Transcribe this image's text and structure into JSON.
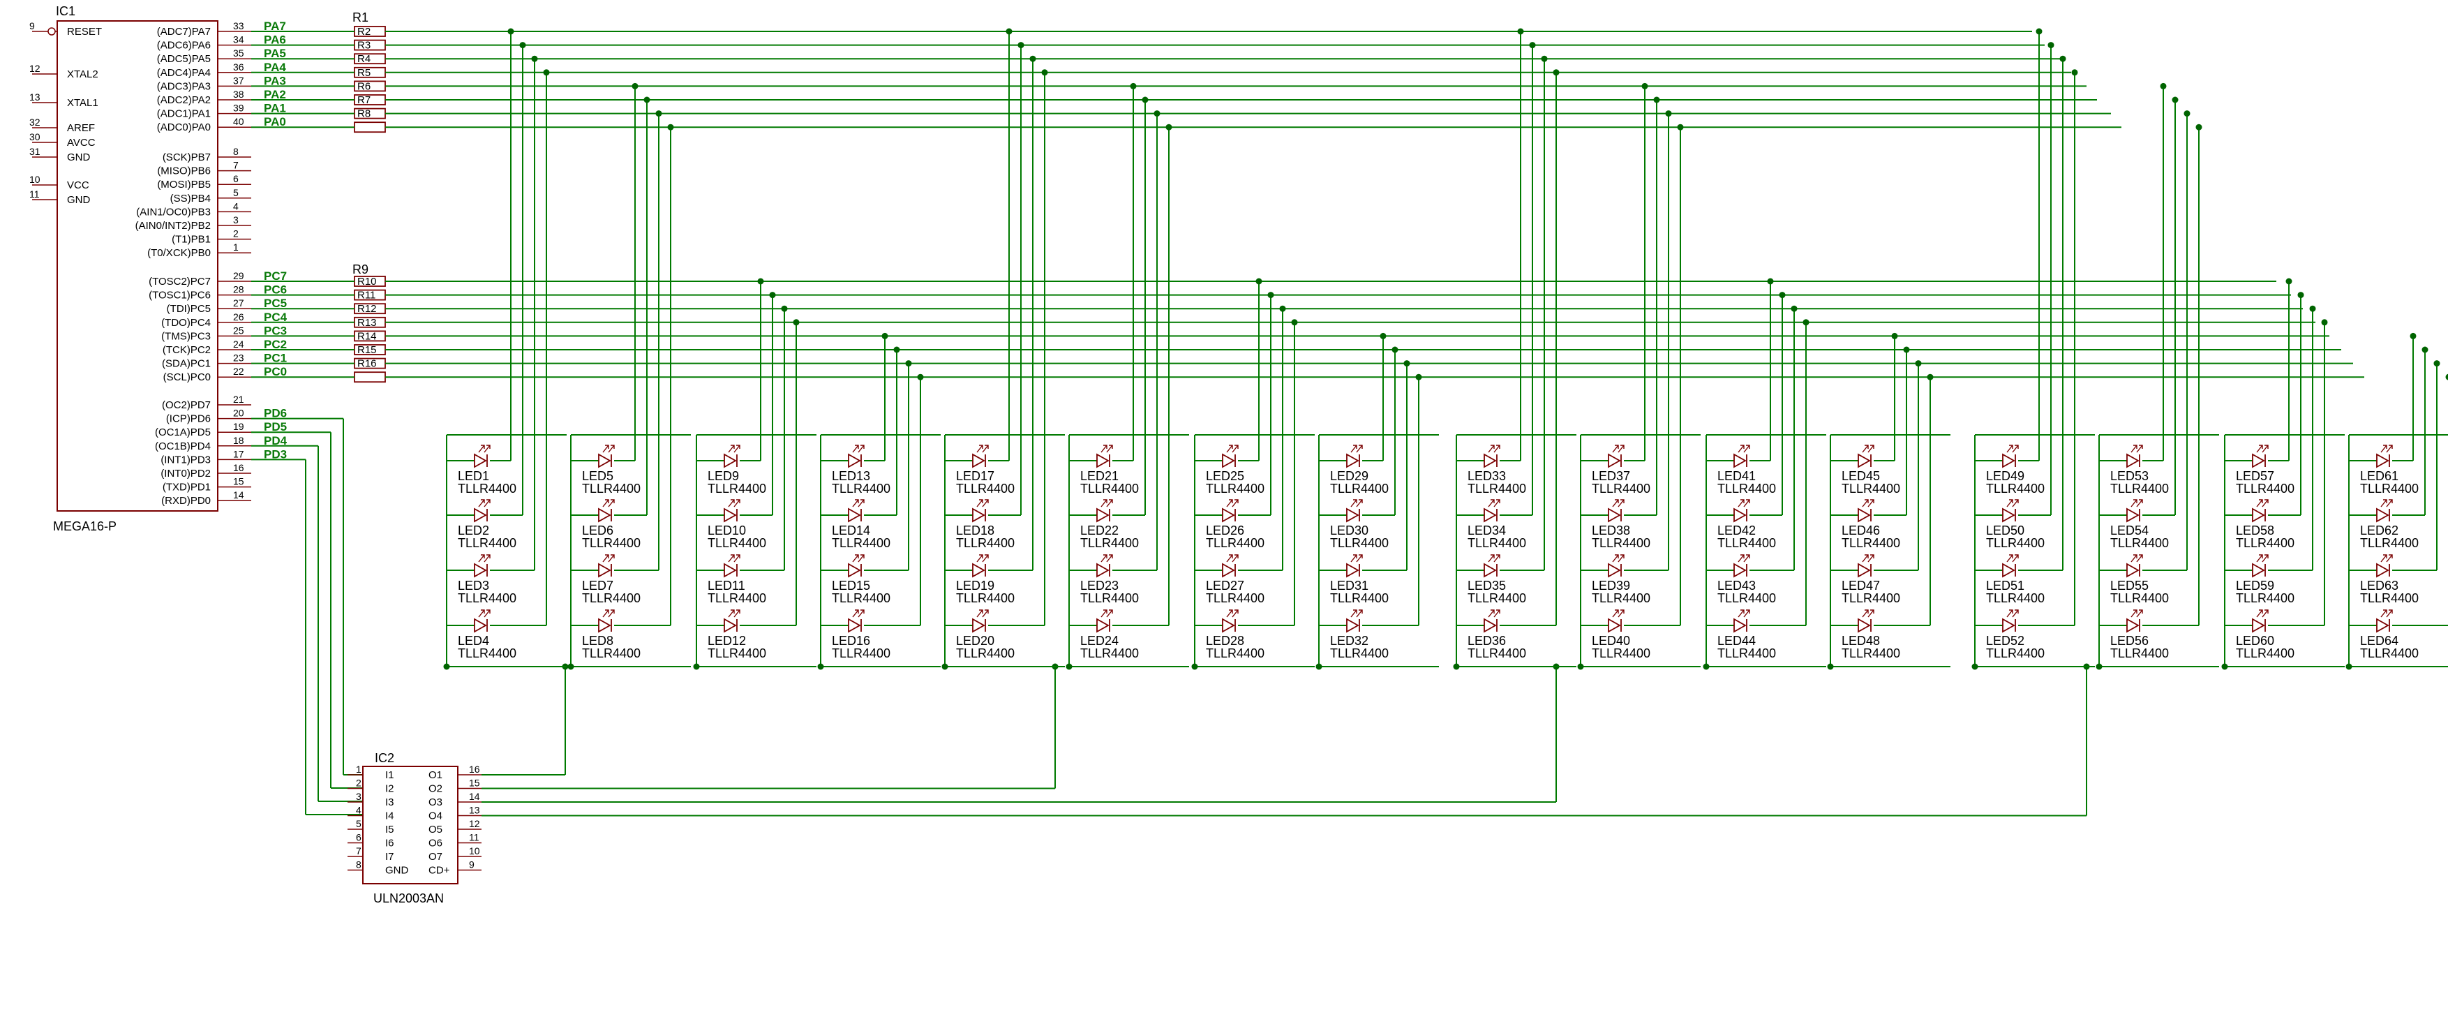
{
  "colors": {
    "wire": "#007a00",
    "part": "#7a0000",
    "junction": "#006400",
    "text": "#000000",
    "net": "#0a7a0a"
  },
  "ic1": {
    "name": "IC1",
    "value": "MEGA16-P",
    "left_pins": [
      {
        "num": "9",
        "label": "RESET"
      },
      {
        "num": "12",
        "label": "XTAL2"
      },
      {
        "num": "13",
        "label": "XTAL1"
      },
      {
        "num": "32",
        "label": "AREF"
      },
      {
        "num": "30",
        "label": "AVCC"
      },
      {
        "num": "31",
        "label": "GND"
      },
      {
        "num": "10",
        "label": "VCC"
      },
      {
        "num": "11",
        "label": "GND"
      }
    ],
    "right_pins": [
      {
        "num": "33",
        "label": "(ADC7)PA7"
      },
      {
        "num": "34",
        "label": "(ADC6)PA6"
      },
      {
        "num": "35",
        "label": "(ADC5)PA5"
      },
      {
        "num": "36",
        "label": "(ADC4)PA4"
      },
      {
        "num": "37",
        "label": "(ADC3)PA3"
      },
      {
        "num": "38",
        "label": "(ADC2)PA2"
      },
      {
        "num": "39",
        "label": "(ADC1)PA1"
      },
      {
        "num": "40",
        "label": "(ADC0)PA0"
      },
      {
        "num": "8",
        "label": "(SCK)PB7"
      },
      {
        "num": "7",
        "label": "(MISO)PB6"
      },
      {
        "num": "6",
        "label": "(MOSI)PB5"
      },
      {
        "num": "5",
        "label": "(SS)PB4"
      },
      {
        "num": "4",
        "label": "(AIN1/OC0)PB3"
      },
      {
        "num": "3",
        "label": "(AIN0/INT2)PB2"
      },
      {
        "num": "2",
        "label": "(T1)PB1"
      },
      {
        "num": "1",
        "label": "(T0/XCK)PB0"
      },
      {
        "num": "29",
        "label": "(TOSC2)PC7"
      },
      {
        "num": "28",
        "label": "(TOSC1)PC6"
      },
      {
        "num": "27",
        "label": "(TDI)PC5"
      },
      {
        "num": "26",
        "label": "(TDO)PC4"
      },
      {
        "num": "25",
        "label": "(TMS)PC3"
      },
      {
        "num": "24",
        "label": "(TCK)PC2"
      },
      {
        "num": "23",
        "label": "(SDA)PC1"
      },
      {
        "num": "22",
        "label": "(SCL)PC0"
      },
      {
        "num": "21",
        "label": "(OC2)PD7"
      },
      {
        "num": "20",
        "label": "(ICP)PD6"
      },
      {
        "num": "19",
        "label": "(OC1A)PD5"
      },
      {
        "num": "18",
        "label": "(OC1B)PD4"
      },
      {
        "num": "17",
        "label": "(INT1)PD3"
      },
      {
        "num": "16",
        "label": "(INT0)PD2"
      },
      {
        "num": "15",
        "label": "(TXD)PD1"
      },
      {
        "num": "14",
        "label": "(RXD)PD0"
      }
    ]
  },
  "nets_a": [
    "PA7",
    "PA6",
    "PA5",
    "PA4",
    "PA3",
    "PA2",
    "PA1",
    "PA0"
  ],
  "nets_c": [
    "PC7",
    "PC6",
    "PC5",
    "PC4",
    "PC3",
    "PC2",
    "PC1",
    "PC0"
  ],
  "nets_d": [
    "PD6",
    "PD5",
    "PD4",
    "PD3"
  ],
  "resistors_a": {
    "group": "R1",
    "labels": [
      "R2",
      "R3",
      "R4",
      "R5",
      "R6",
      "R7",
      "R8",
      ""
    ]
  },
  "resistors_c": {
    "group": "R9",
    "labels": [
      "R10",
      "R11",
      "R12",
      "R13",
      "R14",
      "R15",
      "R16",
      ""
    ]
  },
  "ic2": {
    "name": "IC2",
    "value": "ULN2003AN",
    "left_pins": [
      {
        "num": "1",
        "label": "I1"
      },
      {
        "num": "2",
        "label": "I2"
      },
      {
        "num": "3",
        "label": "I3"
      },
      {
        "num": "4",
        "label": "I4"
      },
      {
        "num": "5",
        "label": "I5"
      },
      {
        "num": "6",
        "label": "I6"
      },
      {
        "num": "7",
        "label": "I7"
      },
      {
        "num": "8",
        "label": "GND"
      }
    ],
    "right_pins": [
      {
        "num": "16",
        "label": "O1"
      },
      {
        "num": "15",
        "label": "O2"
      },
      {
        "num": "14",
        "label": "O3"
      },
      {
        "num": "13",
        "label": "O4"
      },
      {
        "num": "12",
        "label": "O5"
      },
      {
        "num": "11",
        "label": "O6"
      },
      {
        "num": "10",
        "label": "O7"
      },
      {
        "num": "9",
        "label": "CD+"
      }
    ]
  },
  "led_part": "TLLR4400",
  "led_names": [
    "LED1",
    "LED2",
    "LED3",
    "LED4",
    "LED5",
    "LED6",
    "LED7",
    "LED8",
    "LED9",
    "LED10",
    "LED11",
    "LED12",
    "LED13",
    "LED14",
    "LED15",
    "LED16",
    "LED17",
    "LED18",
    "LED19",
    "LED20",
    "LED21",
    "LED22",
    "LED23",
    "LED24",
    "LED25",
    "LED26",
    "LED27",
    "LED28",
    "LED29",
    "LED30",
    "LED31",
    "LED32",
    "LED33",
    "LED34",
    "LED35",
    "LED36",
    "LED37",
    "LED38",
    "LED39",
    "LED40",
    "LED41",
    "LED42",
    "LED43",
    "LED44",
    "LED45",
    "LED46",
    "LED47",
    "LED48",
    "LED49",
    "LED50",
    "LED51",
    "LED52",
    "LED53",
    "LED54",
    "LED55",
    "LED56",
    "LED57",
    "LED58",
    "LED59",
    "LED60",
    "LED61",
    "LED62",
    "LED63",
    "LED64"
  ]
}
